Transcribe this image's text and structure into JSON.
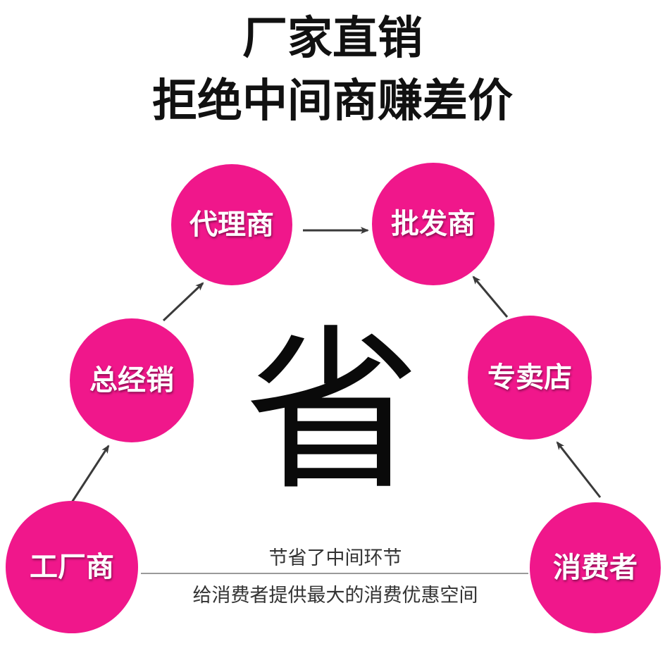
{
  "header": {
    "title_line1": "厂家直销",
    "title_line2": "拒绝中间商赚差价"
  },
  "colors": {
    "node_fill": "#f0178b",
    "arrow": "#3a3a3a"
  },
  "nodes": {
    "agent": "代理商",
    "wholesale": "批发商",
    "general_distributor": "总经销",
    "specialty_store": "专卖店",
    "factory": "工厂商",
    "consumer": "消费者"
  },
  "center": {
    "save_char": "省"
  },
  "captions": {
    "top": "节省了中间环节",
    "bottom": "给消费者提供最大的消费优惠空间"
  }
}
